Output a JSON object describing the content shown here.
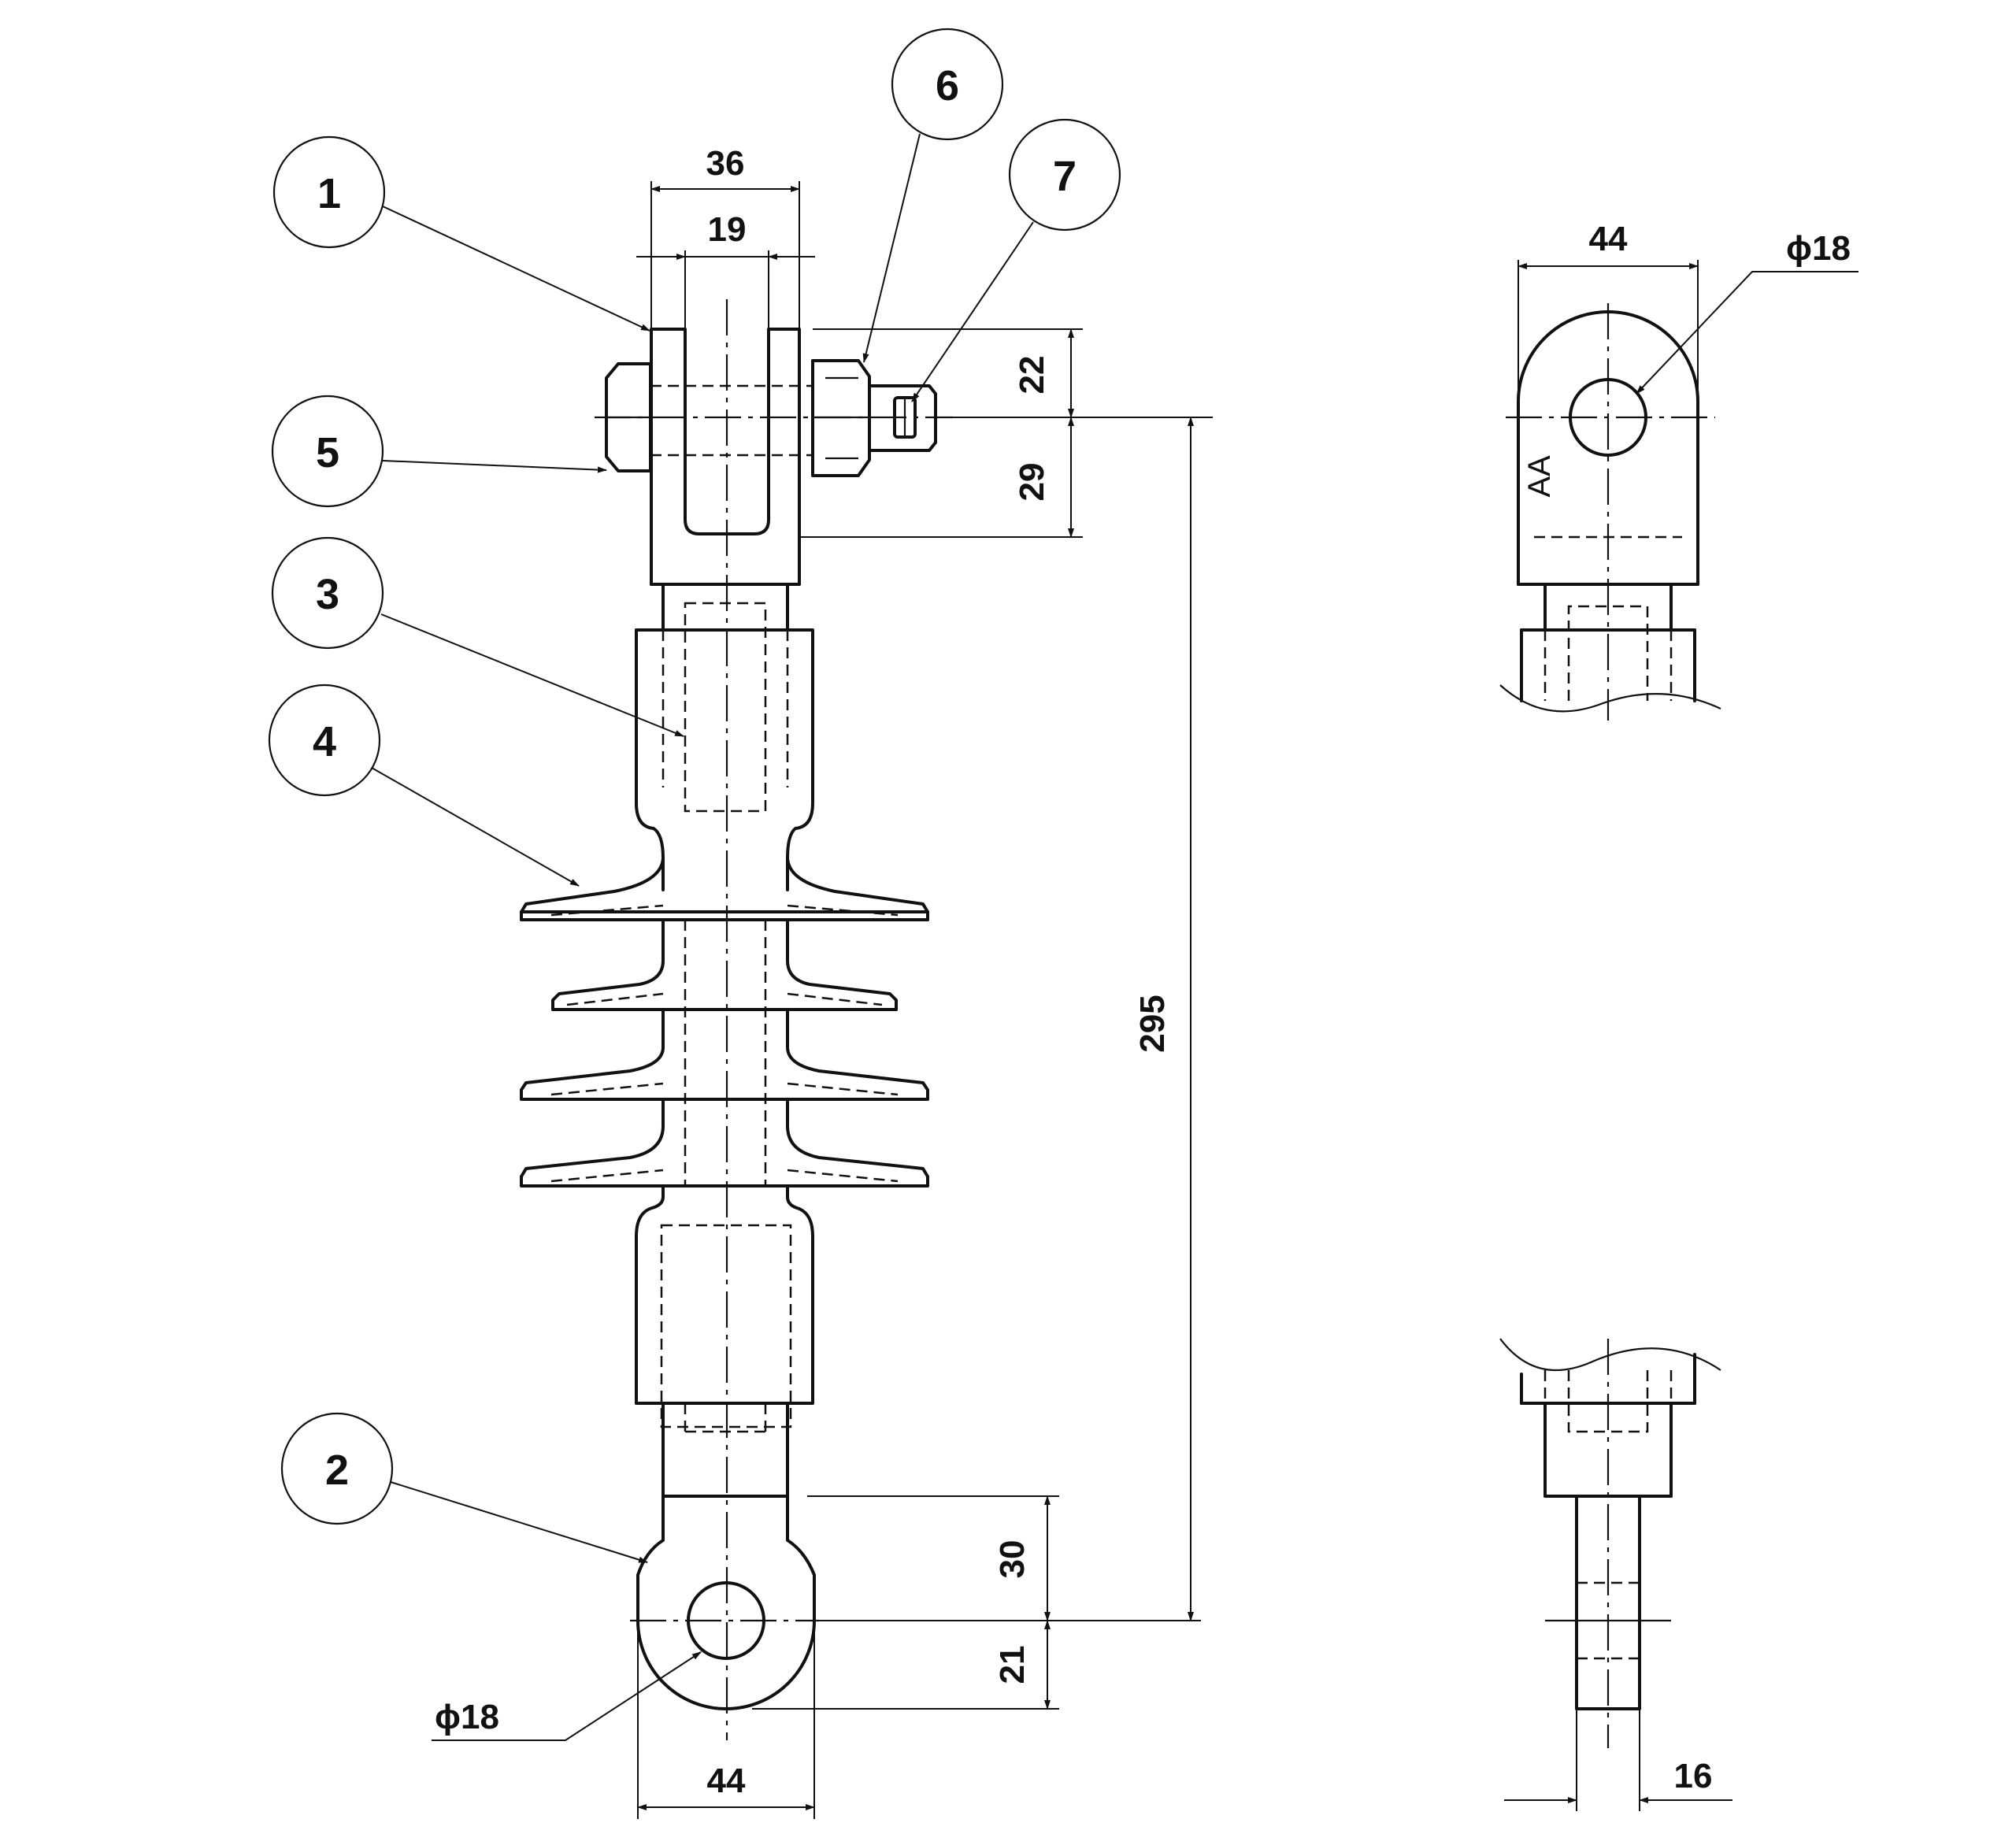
{
  "callouts": [
    "1",
    "2",
    "3",
    "4",
    "5",
    "6",
    "7"
  ],
  "dimensions": {
    "top_width_outer": "36",
    "top_width_inner": "19",
    "clevis_upper": "22",
    "clevis_lower": "29",
    "overall_length": "295",
    "eye_upper": "30",
    "eye_lower": "21",
    "eye_hole_dia": "ϕ18",
    "eye_width": "44",
    "side_width": "44",
    "side_hole_dia": "ϕ18",
    "side_bottom_width": "16"
  },
  "side_mark": "AA"
}
